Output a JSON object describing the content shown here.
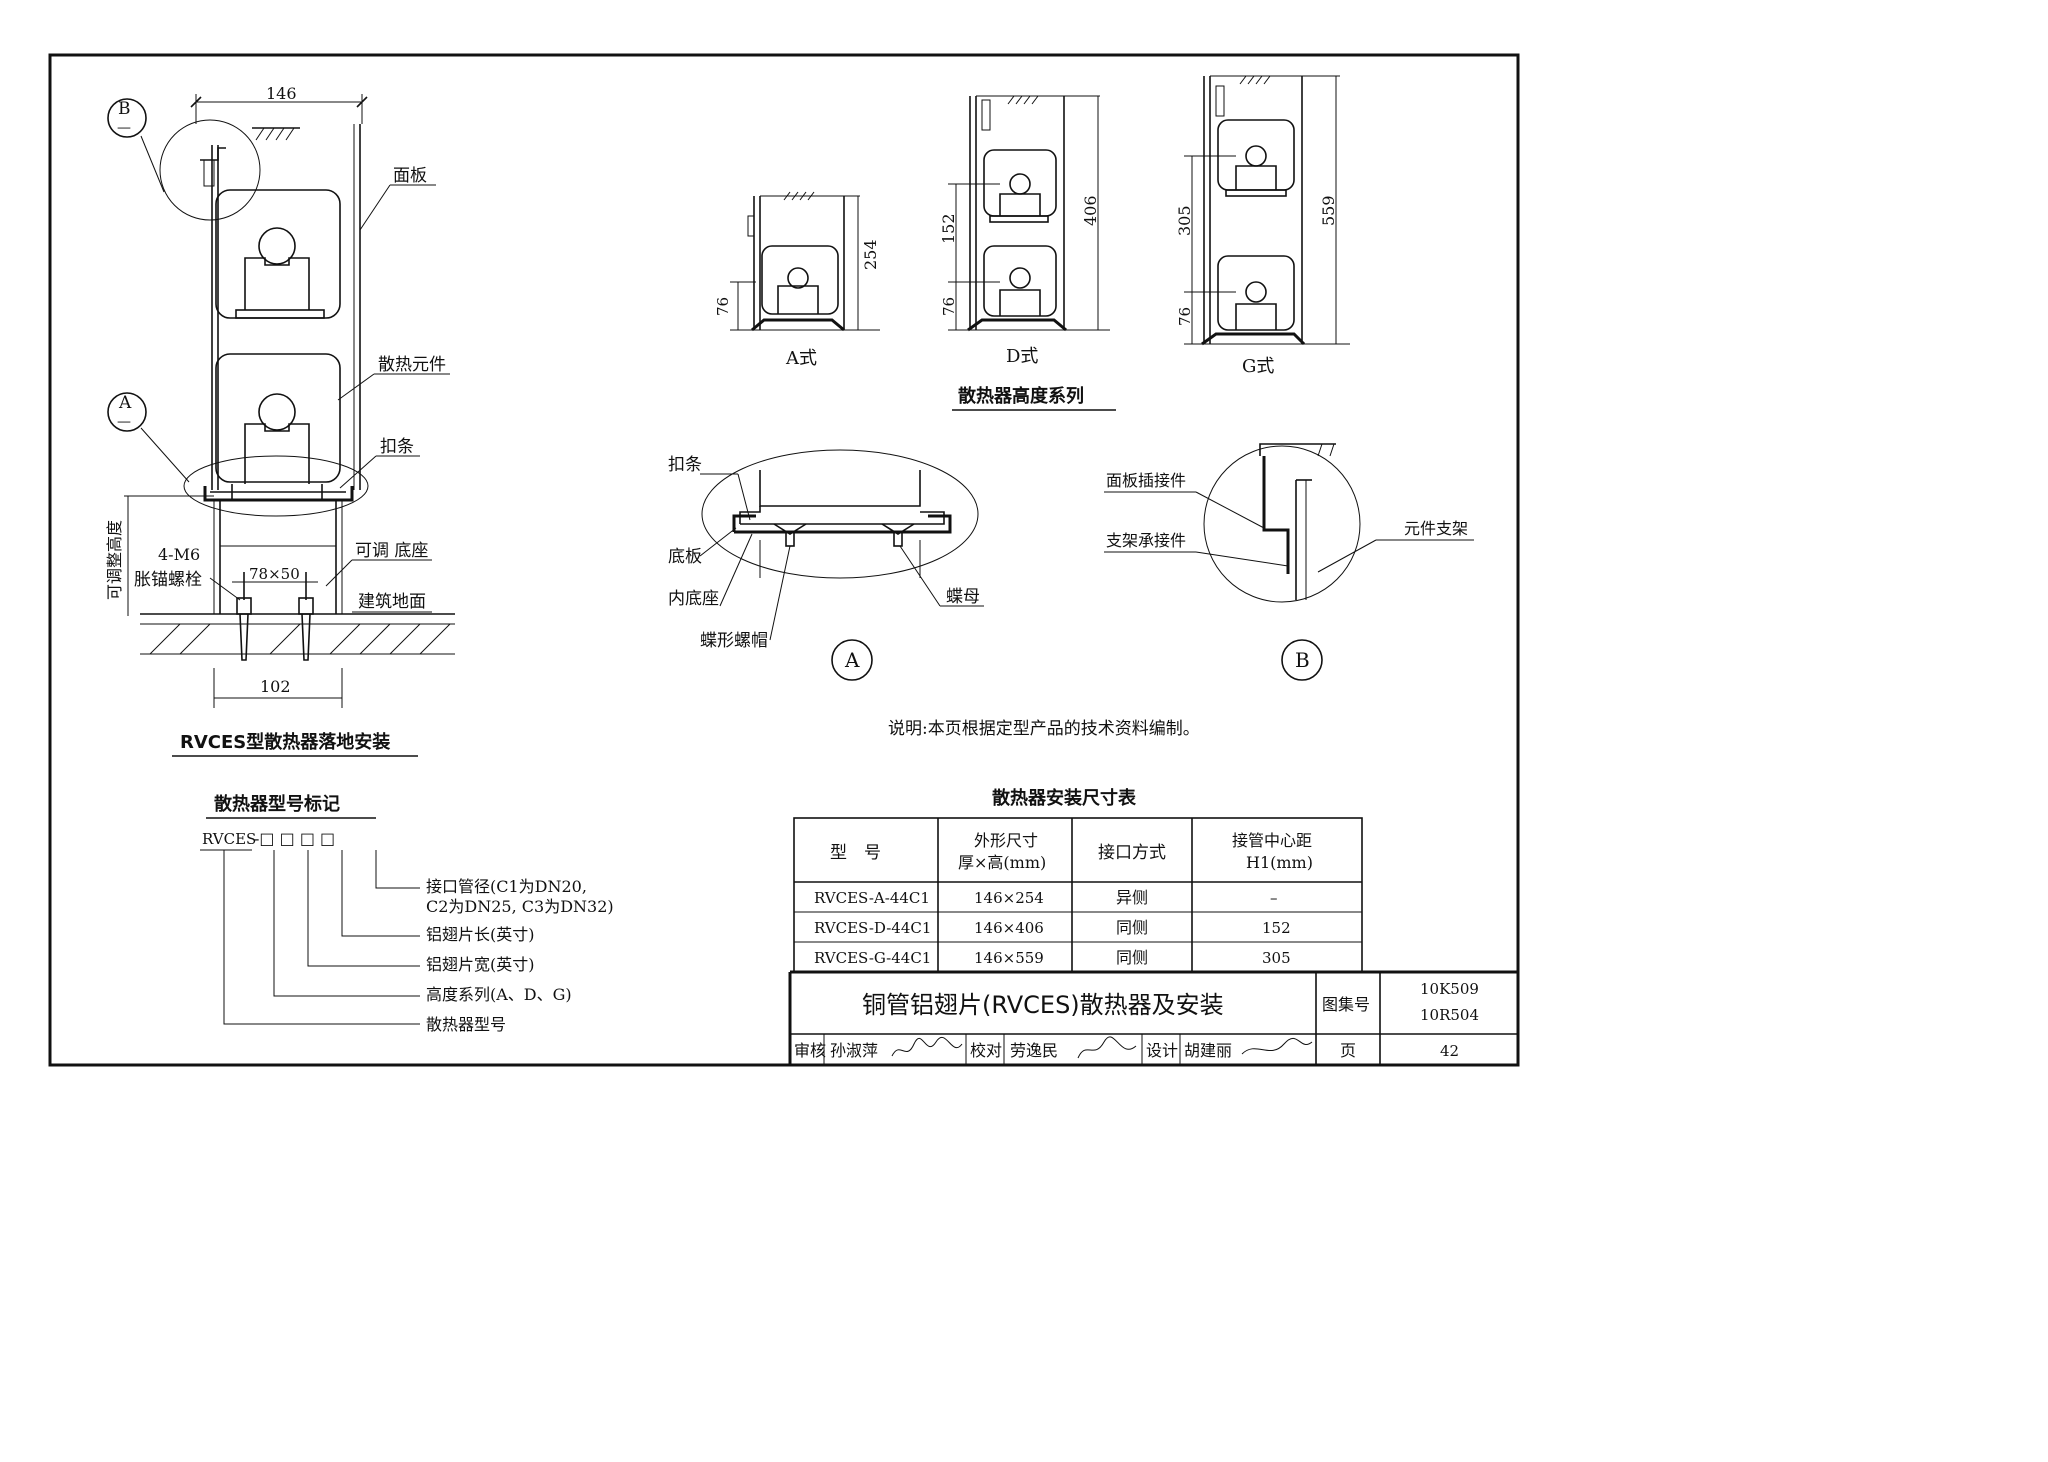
{
  "left_drawing": {
    "dim_width": "146",
    "dim_base": "102",
    "dim_foot": "78×50",
    "label_panel": "面板",
    "label_element": "散热元件",
    "label_strip": "扣条",
    "label_adjust_base": "可调 底座",
    "label_floor": "建筑地面",
    "label_bolt_1": "4-M6",
    "label_bolt_2": "胀锚螺栓",
    "label_adjust_height": "可调整高度",
    "callout_b": "B",
    "callout_a": "A",
    "callout_dash": "—",
    "title": "RVCES型散热器落地安装"
  },
  "height_series": {
    "title": "散热器高度系列",
    "a_label": "A式",
    "d_label": "D式",
    "g_label": "G式",
    "a_h": "254",
    "a_h1": "76",
    "d_h": "406",
    "d_h1": "76",
    "d_pitch": "152",
    "g_h": "559",
    "g_h1": "76",
    "g_pitch": "305"
  },
  "detail_a": {
    "label": "A",
    "strip": "扣条",
    "base_plate": "底板",
    "inner_base": "内底座",
    "wing_bolt": "蝶形螺帽",
    "wing_nut": "蝶母"
  },
  "detail_b": {
    "label": "B",
    "panel_conn": "面板插接件",
    "bracket_conn": "支架承接件",
    "element_bracket": "元件支架"
  },
  "note": "说明:本页根据定型产品的技术资料编制。",
  "model_marking": {
    "title": "散热器型号标记",
    "prefix": "RVCES",
    "code_rest": "-□ □ □ □",
    "items": [
      "接口管径(C1为DN20,",
      "C2为DN25, C3为DN32)",
      "铝翅片长(英寸)",
      "铝翅片宽(英寸)",
      "高度系列(A、D、G)",
      "散热器型号"
    ]
  },
  "table": {
    "title": "散热器安装尺寸表",
    "headers": [
      "型　号",
      "外形尺寸",
      "厚×高(mm)",
      "接口方式",
      "接管中心距",
      "H1(mm)"
    ],
    "rows": [
      [
        "RVCES-A-44C1",
        "146×254",
        "异侧",
        "–"
      ],
      [
        "RVCES-D-44C1",
        "146×406",
        "同侧",
        "152"
      ],
      [
        "RVCES-G-44C1",
        "146×559",
        "同侧",
        "305"
      ]
    ]
  },
  "title_block": {
    "title": "铜管铝翅片(RVCES)散热器及安装",
    "atlas_label": "图集号",
    "atlas_no_1": "10K509",
    "atlas_no_2": "10R504",
    "review_label": "审核",
    "review_name": "孙淑萍",
    "check_label": "校对",
    "check_name": "劳逸民",
    "design_label": "设计",
    "design_name": "胡建丽",
    "page_label": "页",
    "page_no": "42"
  }
}
